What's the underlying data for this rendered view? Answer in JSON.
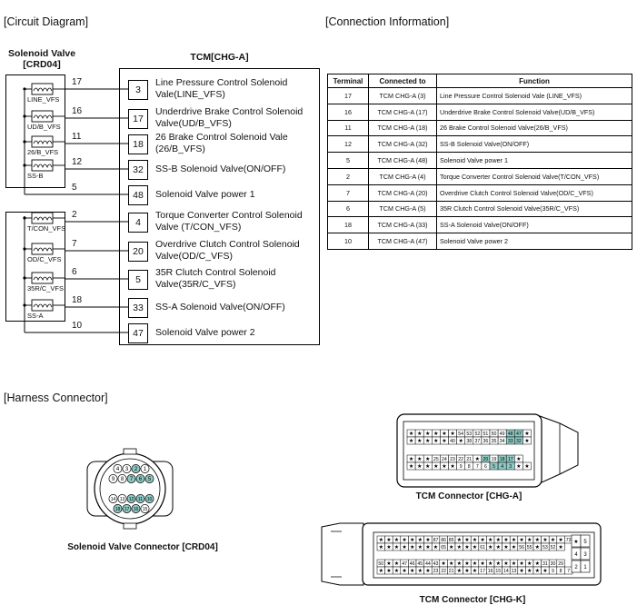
{
  "sections": {
    "circuit": "[Circuit Diagram]",
    "connection": "[Connection Information]",
    "harness": "[Harness Connector]"
  },
  "circuit": {
    "solenoid_title_1": "Solenoid Valve",
    "solenoid_title_2": "[CRD04]",
    "tcm_title": "TCM[CHG-A]",
    "coils": [
      {
        "label": "LINE_VFS"
      },
      {
        "label": "UD/B_VFS"
      },
      {
        "label": "26/B_VFS"
      },
      {
        "label": "SS-B"
      },
      {
        "label": "T/CON_VFS"
      },
      {
        "label": "OD/C_VFS"
      },
      {
        "label": "35R/C_VFS"
      },
      {
        "label": "SS-A"
      }
    ],
    "rows": [
      {
        "terminal": "17",
        "pin": "3",
        "line1": "Line Pressure Control Solenoid",
        "line2": "Vale(LINE_VFS)"
      },
      {
        "terminal": "16",
        "pin": "17",
        "line1": "Underdrive Brake Control Solenoid",
        "line2": "Valve(UD/B_VFS)"
      },
      {
        "terminal": "11",
        "pin": "18",
        "line1": "26 Brake Control Solenoid Vale",
        "line2": "(26/B_VFS)"
      },
      {
        "terminal": "12",
        "pin": "32",
        "line1": "SS-B Solenoid Valve(ON/OFF)",
        "line2": ""
      },
      {
        "terminal": "5",
        "pin": "48",
        "line1": "Solenoid Valve power 1",
        "line2": ""
      },
      {
        "terminal": "2",
        "pin": "4",
        "line1": "Torque Converter Control Solenoid",
        "line2": "Valve (T/CON_VFS)"
      },
      {
        "terminal": "7",
        "pin": "20",
        "line1": "Overdrive Clutch Control Solenoid",
        "line2": "Valve(OD/C_VFS)"
      },
      {
        "terminal": "6",
        "pin": "5",
        "line1": "35R Clutch Control Solenoid",
        "line2": "Valve(35R/C_VFS)"
      },
      {
        "terminal": "18",
        "pin": "33",
        "line1": "SS-A Solenoid Valve(ON/OFF)",
        "line2": ""
      },
      {
        "terminal": "10",
        "pin": "47",
        "line1": "Solenoid Valve power 2",
        "line2": ""
      }
    ]
  },
  "connection_table": {
    "headers": [
      "Terminal",
      "Connected to",
      "Function"
    ],
    "rows": [
      [
        "17",
        "TCM CHG-A (3)",
        "Line Pressure Control Solenoid Vale (LINE_VFS)"
      ],
      [
        "16",
        "TCM CHG-A (17)",
        "Underdrive Brake Control Solenoid Valve(UD/B_VFS)"
      ],
      [
        "11",
        "TCM CHG-A (18)",
        "26 Brake Control Solenoid Valve(26/B_VFS)"
      ],
      [
        "12",
        "TCM CHG-A (32)",
        "SS-B Solenoid Valve(ON/OFF)"
      ],
      [
        "5",
        "TCM CHG-A (48)",
        "Solenoid Valve power 1"
      ],
      [
        "2",
        "TCM CHG-A (4)",
        "Torque Converter Control Solenoid Valve(T/CON_VFS)"
      ],
      [
        "7",
        "TCM CHG-A (20)",
        "Overdrive Clutch Control Solenoid Valve(OD/C_VFS)"
      ],
      [
        "6",
        "TCM CHG-A (5)",
        "35R Clutch Control Solenoid Valve(35R/C_VFS)"
      ],
      [
        "18",
        "TCM CHG-A (33)",
        "SS-A Solenoid Valve(ON/OFF)"
      ],
      [
        "10",
        "TCM CHG-A (47)",
        "Solenoid Valve power 2"
      ]
    ]
  },
  "connectors": {
    "crd04_caption": "Solenoid Valve Connector [CRD04]",
    "chga_caption": "TCM Connector [CHG-A]",
    "chgk_caption": "TCM Connector [CHG-K]",
    "crd04_row1": [
      "4",
      "3",
      "2",
      "1"
    ],
    "crd04_row2": [
      "9",
      "8",
      "7",
      "6",
      "5"
    ],
    "crd04_row3": [
      "14",
      "13",
      "12",
      "11",
      "10"
    ],
    "crd04_row4": [
      "18",
      "17",
      "16",
      "15"
    ],
    "crd04_highlight": [
      "2",
      "5",
      "6",
      "7",
      "10",
      "11",
      "12",
      "16",
      "17",
      "18"
    ],
    "chga_row1": [
      "★",
      "★",
      "★",
      "★",
      "★",
      "★",
      "54",
      "53",
      "52",
      "51",
      "50",
      "49",
      "48",
      "47",
      "★"
    ],
    "chga_row2": [
      "★",
      "★",
      "★",
      "★",
      "★",
      "40",
      "★",
      "38",
      "37",
      "36",
      "35",
      "34",
      "33",
      "32",
      "★"
    ],
    "chga_row3": [
      "★",
      "★",
      "★",
      "25",
      "24",
      "23",
      "22",
      "21",
      "★",
      "20",
      "19",
      "18",
      "17",
      "★"
    ],
    "chga_row4": [
      "★",
      "★",
      "★",
      "★",
      "★",
      "★",
      "9",
      "8",
      "7",
      "6",
      "5",
      "4",
      "3",
      "★",
      "★"
    ],
    "chga_highlight": [
      "48",
      "47",
      "33",
      "32",
      "20",
      "18",
      "17",
      "5",
      "4",
      "3"
    ],
    "chgk_row1": [
      "★",
      "★",
      "★",
      "★",
      "★",
      "★",
      "★",
      "87",
      "86",
      "85",
      "★",
      "★",
      "★",
      "★",
      "★",
      "★",
      "★",
      "★",
      "★",
      "★",
      "★",
      "★",
      "★",
      "★",
      "73"
    ],
    "chgk_row2": [
      "★",
      "★",
      "★",
      "★",
      "★",
      "★",
      "★",
      "★",
      "65",
      "★",
      "★",
      "★",
      "★",
      "61",
      "★",
      "★",
      "★",
      "★",
      "56",
      "55",
      "★",
      "53",
      "52",
      "★"
    ],
    "chgk_row3": [
      "50",
      "★",
      "★",
      "47",
      "46",
      "45",
      "44",
      "43",
      "★",
      "★",
      "★",
      "★",
      "★",
      "★",
      "★",
      "★",
      "★",
      "★",
      "★",
      "★",
      "★",
      "31",
      "30",
      "29"
    ],
    "chgk_row4": [
      "★",
      "★",
      "★",
      "★",
      "★",
      "★",
      "★",
      "23",
      "22",
      "21",
      "★",
      "★",
      "★",
      "17",
      "16",
      "15",
      "14",
      "13",
      "★",
      "★",
      "★",
      "★",
      "9",
      "8",
      "7"
    ],
    "chgk_side": [
      "★",
      "5",
      "4",
      "3",
      "2",
      "1"
    ]
  }
}
